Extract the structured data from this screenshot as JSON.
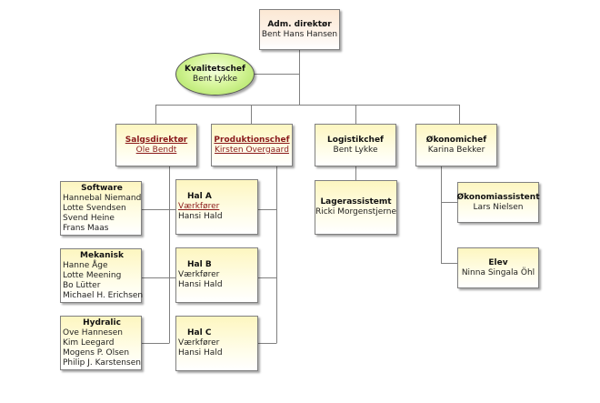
{
  "diagram": {
    "type": "org-chart",
    "colors": {
      "box_fill": "#fdf6c0",
      "top_box_fill": "#fce8d4",
      "ellipse_fill": "#c6ec80",
      "connector": "#808080",
      "link_text": "#8b1a1a"
    },
    "root": {
      "title": "Adm. direktør",
      "name": "Bent Hans Hansen"
    },
    "staff": {
      "title": "Kvalitetschef",
      "name": "Bent Lykke"
    },
    "departments": [
      {
        "title": "Salgsdirektør",
        "name": "Ole Bendt",
        "linked": true
      },
      {
        "title": "Produktionschef",
        "name": "Kirsten Overgaard",
        "linked": true
      },
      {
        "title": "Logistikchef",
        "name": "Bent Lykke",
        "linked": false
      },
      {
        "title": "Økonomichef",
        "name": "Karina Bekker",
        "linked": false
      }
    ],
    "sales_teams": [
      {
        "title": "Software",
        "members": [
          "Hannebal Niemand",
          "Lotte Svendsen",
          "Svend Heine",
          "Frans Maas"
        ]
      },
      {
        "title": "Mekanisk",
        "members": [
          "Hanne Åge",
          "Lotte Meening",
          "Bo Lütter",
          "Michael H. Erichsen"
        ]
      },
      {
        "title": "Hydralic",
        "members": [
          "Ove Hannesen",
          "Kim Leegard",
          "Mogens P. Olsen",
          "Philip J. Karstensen"
        ]
      }
    ],
    "halls": [
      {
        "title": "Hal A",
        "role": "Værkfører",
        "name": "Hansi Hald",
        "role_linked": true
      },
      {
        "title": "Hal B",
        "role": "Værkfører",
        "name": "Hansi Hald",
        "role_linked": false
      },
      {
        "title": "Hal C",
        "role": "Værkfører",
        "name": "Hansi Hald",
        "role_linked": false
      }
    ],
    "logistics_staff": [
      {
        "title": "Lagerassistemt",
        "name": "Ricki Morgenstjerne"
      }
    ],
    "finance_staff": [
      {
        "title": "Økonomiassistent",
        "name": "Lars Nielsen"
      },
      {
        "title": "Elev",
        "name": "Ninna Singala Öhl"
      }
    ]
  }
}
